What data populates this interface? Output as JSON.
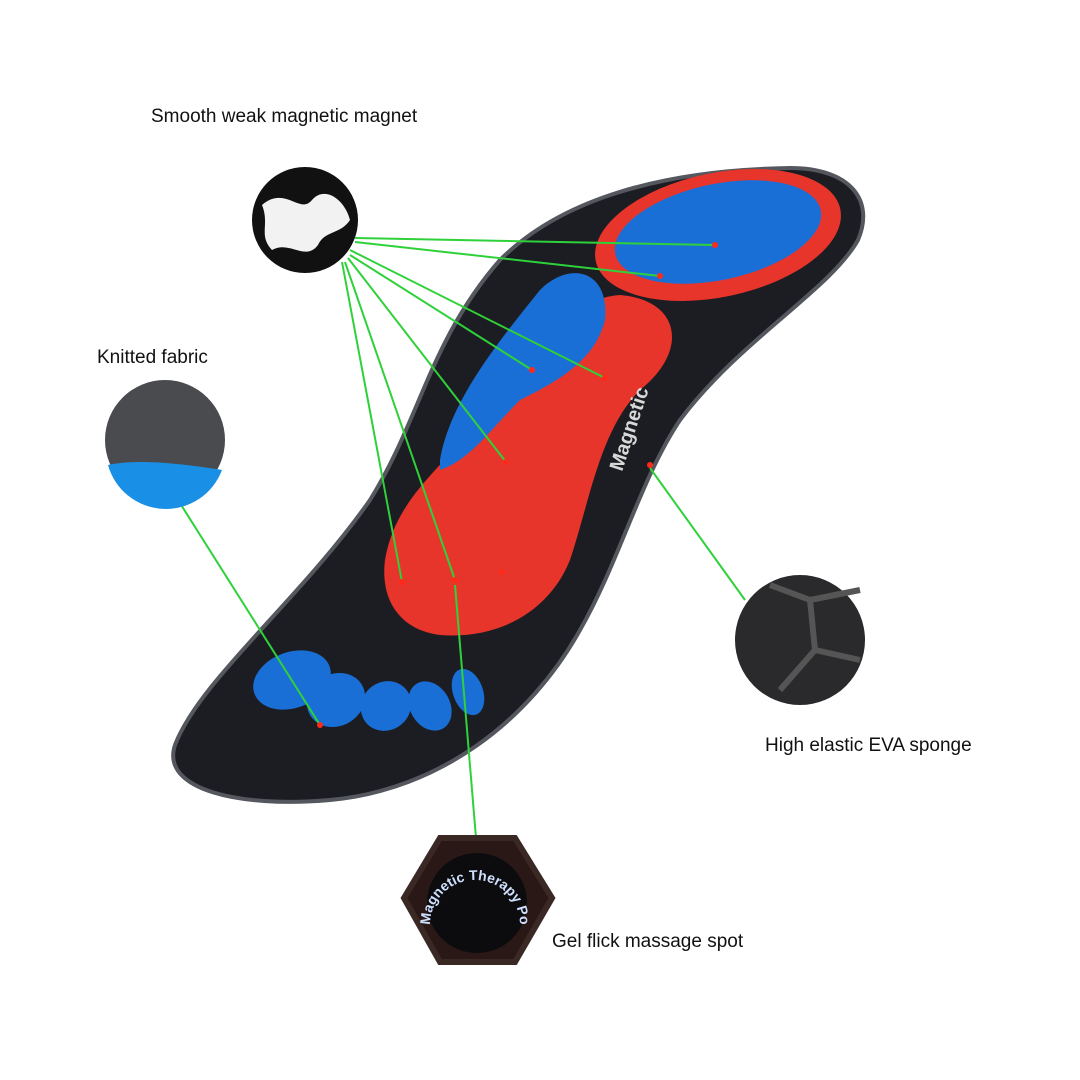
{
  "labels": {
    "magnet": "Smooth weak magnetic magnet",
    "fabric": "Knitted fabric",
    "sponge": "High elastic EVA sponge",
    "gel": "Gel flick massage spot"
  },
  "insole_print": "Magnetic",
  "spot_print": "Magnetic Therapy Power",
  "colors": {
    "insole": "#1c1d22",
    "red_zone": "#e8352b",
    "blue_zone": "#1a6fd6",
    "leader_line": "#2fd13a",
    "marker": "#ff2a1a"
  }
}
